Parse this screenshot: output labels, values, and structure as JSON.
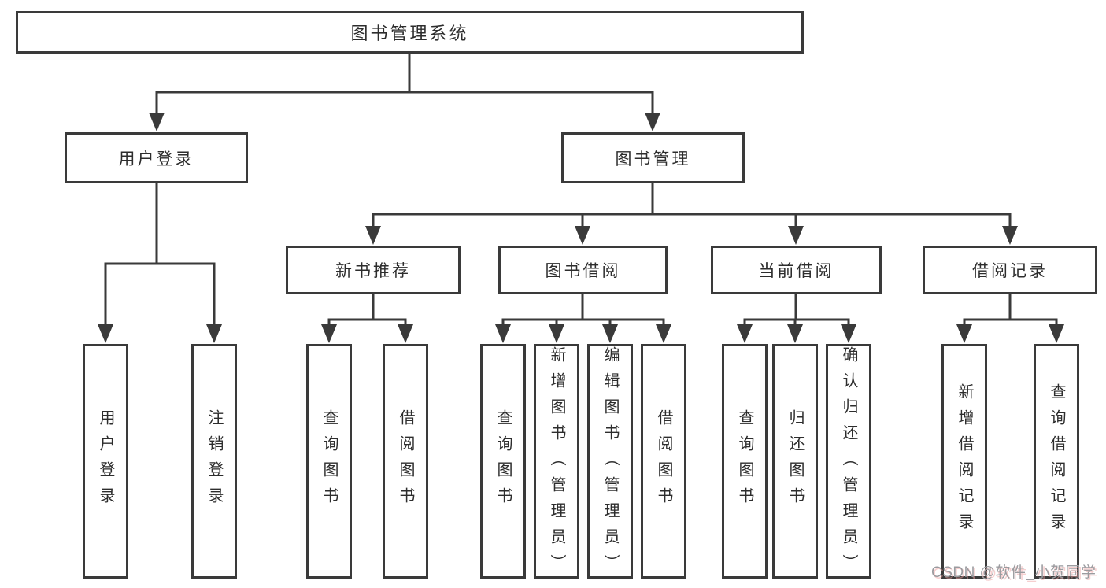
{
  "diagram": {
    "root": {
      "label": "图书管理系统"
    },
    "branches": [
      {
        "label": "用户登录",
        "children": [
          {
            "label": "用户登录"
          },
          {
            "label": "注销登录"
          }
        ]
      },
      {
        "label": "图书管理",
        "children": [
          {
            "label": "新书推荐",
            "children": [
              {
                "label": "查询图书"
              },
              {
                "label": "借阅图书"
              }
            ]
          },
          {
            "label": "图书借阅",
            "children": [
              {
                "label": "查询图书"
              },
              {
                "label": "新增图书（管理员）"
              },
              {
                "label": "编辑图书（管理员）"
              },
              {
                "label": "借阅图书"
              }
            ]
          },
          {
            "label": "当前借阅",
            "children": [
              {
                "label": "查询图书"
              },
              {
                "label": "归还图书"
              },
              {
                "label": "确认归还（管理员）"
              }
            ]
          },
          {
            "label": "借阅记录",
            "children": [
              {
                "label": "新增借阅记录"
              },
              {
                "label": "查询借阅记录"
              }
            ]
          }
        ]
      }
    ]
  },
  "watermark": {
    "text": "CSDN @软件_小贺同学"
  },
  "colors": {
    "line": "#3a3a3a",
    "text": "#2d2d2d",
    "box_bg": "#ffffff",
    "watermark": "#9b9b9f"
  }
}
